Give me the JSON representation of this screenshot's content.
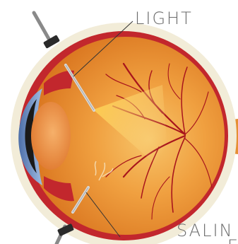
{
  "labels": {
    "light": "LIGHT",
    "saline_line1": "SALIN",
    "saline_line2": "E"
  },
  "colors": {
    "sclera": "#f2ecd8",
    "choroid": "#c2272d",
    "eyeball_inner": "#f0a040",
    "eyeball_outer": "#d9741e",
    "lens": "#ee8a3c",
    "cornea": "#6d8fc6",
    "pupil": "#1a1a1a",
    "vessel": "#a8151c",
    "light_cone": "#ffd24a",
    "instrument": "#a8a8a8",
    "label_text": "#6b6b6b"
  }
}
